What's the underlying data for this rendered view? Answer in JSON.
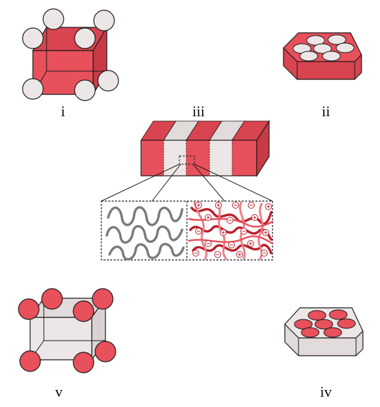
{
  "labels": {
    "i": "i",
    "ii": "ii",
    "iii": "iii",
    "iv": "iv",
    "v": "v"
  },
  "colors": {
    "accent_red": "#e8505b",
    "accent_red_dark": "#c83a46",
    "accent_red_side": "#d8444f",
    "light_grey": "#ece6e6",
    "light_grey_dark": "#d9d2d2",
    "outline": "#1a1a1a",
    "chain_grey": "#7b7b7b",
    "chain_red_dark": "#b8202c",
    "chain_red_light": "#ee7d86"
  },
  "icons": {
    "positive": "plus-sign",
    "negative": "minus-sign"
  }
}
